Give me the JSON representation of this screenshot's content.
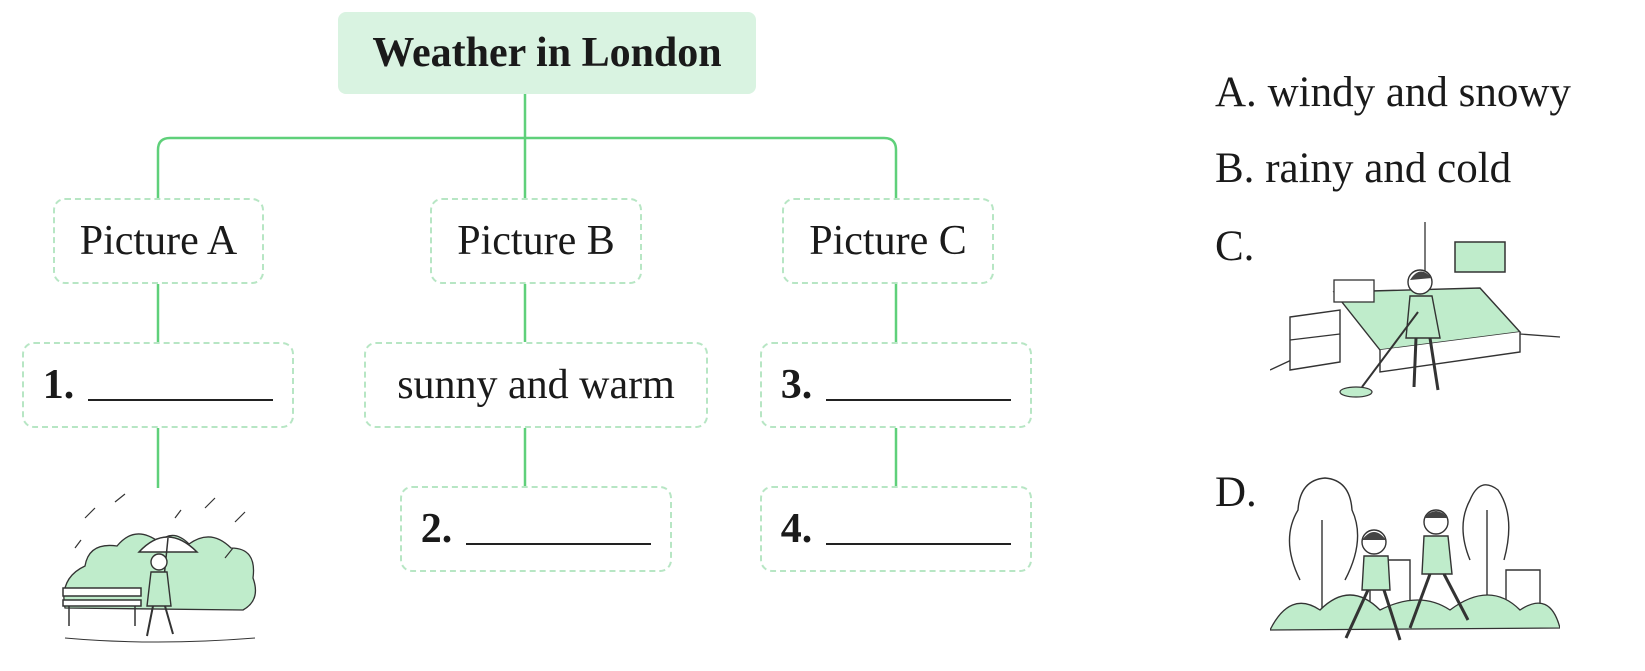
{
  "title": "Weather in London",
  "pictures": [
    {
      "label": "Picture A"
    },
    {
      "label": "Picture B"
    },
    {
      "label": "Picture C"
    }
  ],
  "entries": [
    {
      "number": "1.",
      "text": ""
    },
    {
      "number": "",
      "text": "sunny and warm"
    },
    {
      "number": "3.",
      "text": ""
    },
    {
      "number": "2.",
      "text": ""
    },
    {
      "number": "4.",
      "text": ""
    }
  ],
  "options": [
    {
      "letter": "A.",
      "text": "windy and snowy"
    },
    {
      "letter": "B.",
      "text": "rainy and cold"
    },
    {
      "letter": "C.",
      "text": ""
    },
    {
      "letter": "D.",
      "text": ""
    }
  ],
  "colors": {
    "line": "#5fd07a",
    "title_bg": "#d9f3e1",
    "box_border": "#b7e6c4",
    "fill": "#bfeccb"
  }
}
